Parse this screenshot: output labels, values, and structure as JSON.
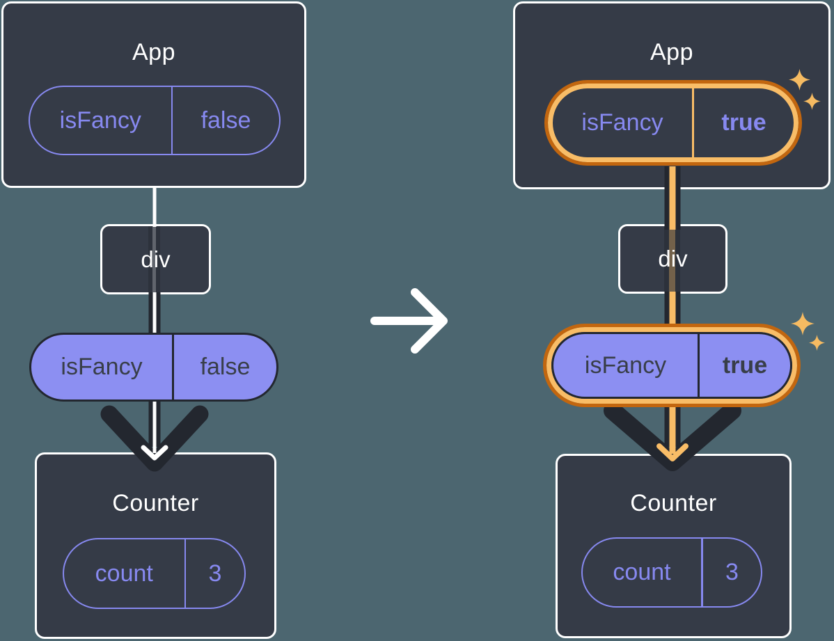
{
  "diagram": {
    "before": {
      "app": {
        "title": "App",
        "prop_key": "isFancy",
        "prop_value": "false"
      },
      "div_label": "div",
      "passed_prop": {
        "key": "isFancy",
        "value": "false"
      },
      "counter": {
        "title": "Counter",
        "state_key": "count",
        "state_value": "3"
      }
    },
    "after": {
      "app": {
        "title": "App",
        "prop_key": "isFancy",
        "prop_value": "true"
      },
      "div_label": "div",
      "passed_prop": {
        "key": "isFancy",
        "value": "true"
      },
      "counter": {
        "title": "Counter",
        "state_key": "count",
        "state_value": "3"
      }
    },
    "icons": {
      "transition": "right-arrow-icon",
      "prop_flow": "down-arrow-line",
      "highlight": "sparkle-icon"
    },
    "colors": {
      "background": "#4C6670",
      "node_fill": "#353B47",
      "node_border": "#FFFFFF",
      "purple": "#8789F0",
      "purple_fill": "#8C8FF2",
      "dark": "#23272F",
      "orange_dark": "#C2660F",
      "orange_light": "#F9BD67",
      "sparkle": "#F6BB62",
      "text_on_purple": "#383E48",
      "white": "#FFFFFF"
    }
  }
}
